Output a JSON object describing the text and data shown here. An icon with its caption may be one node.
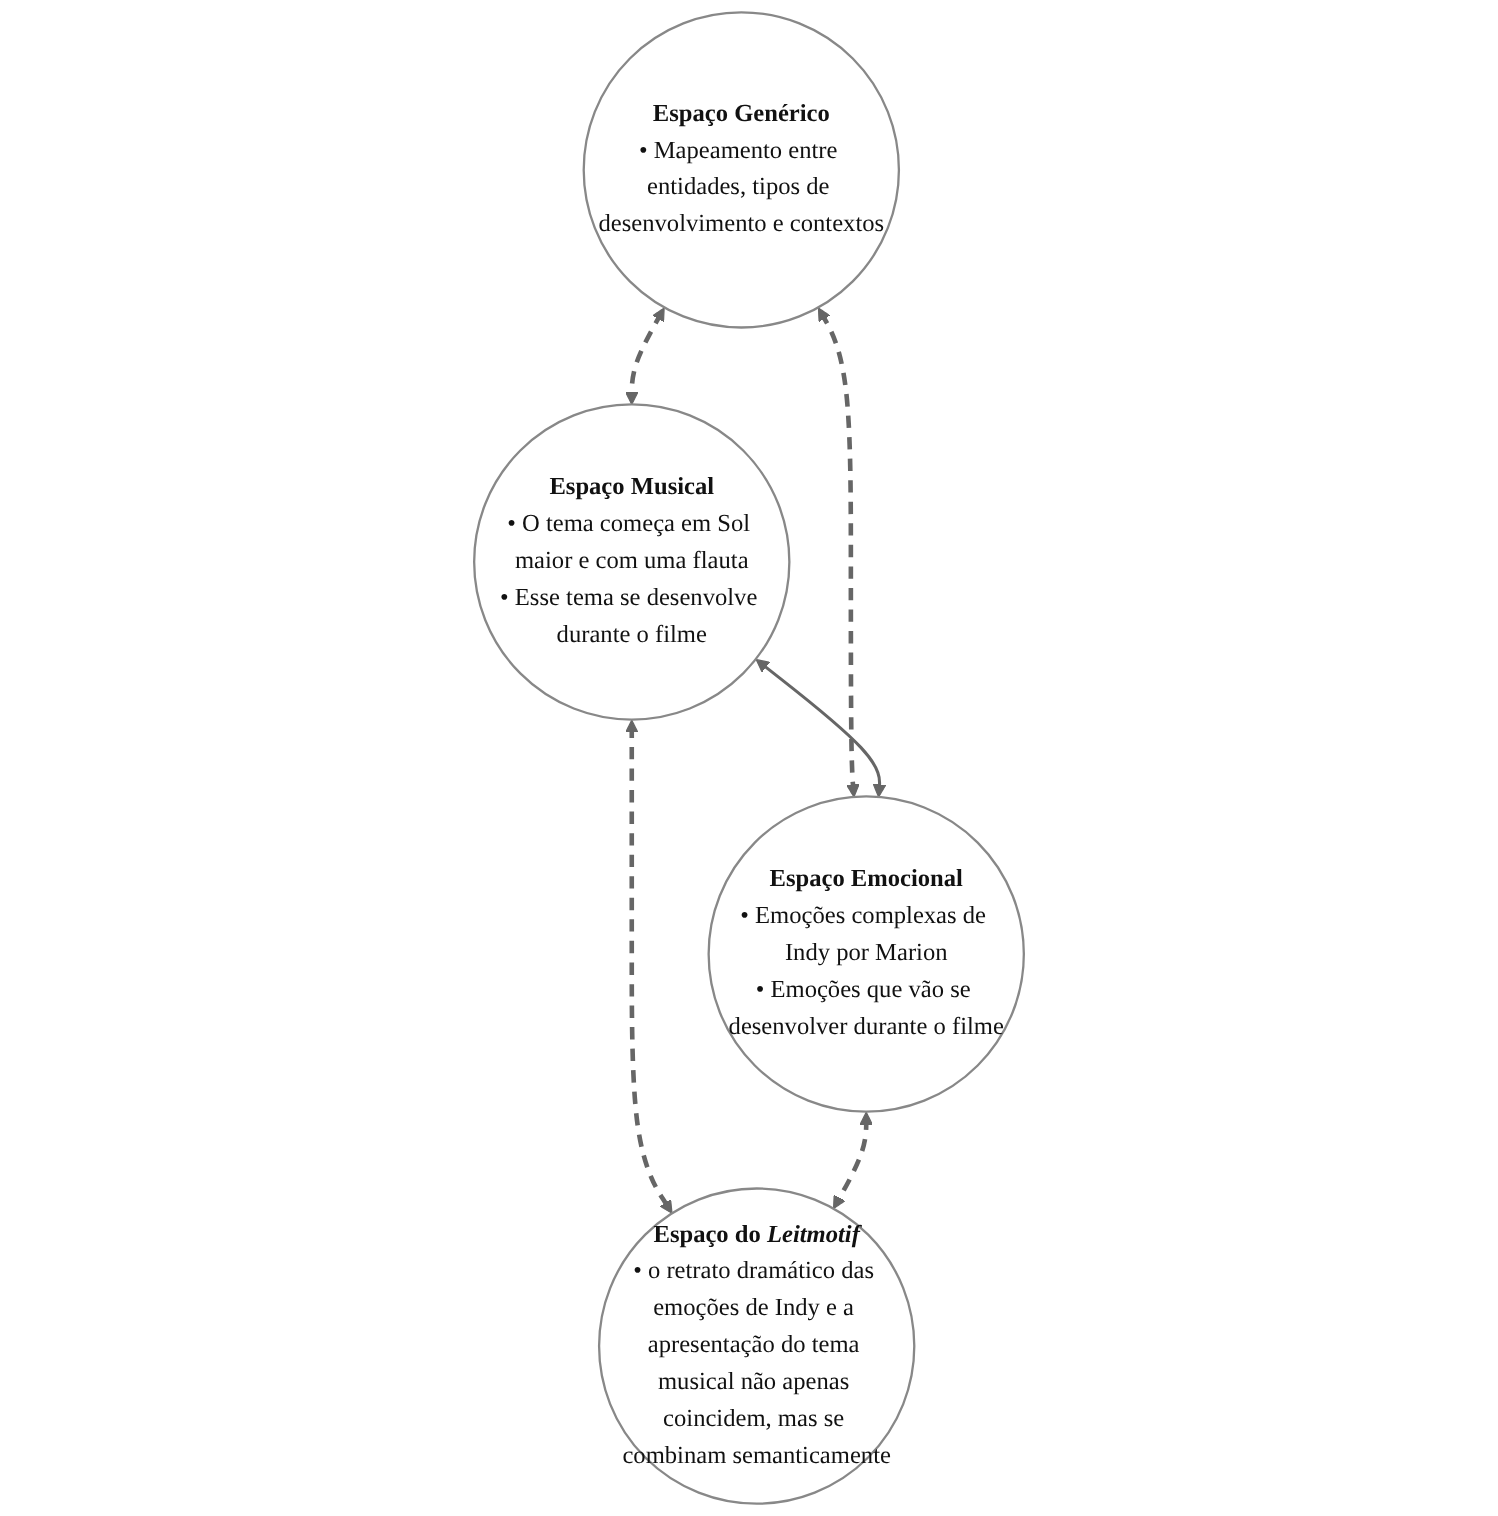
{
  "diagram": {
    "nodes": [
      {
        "text": [
          "Espaço Genérico",
          "• Mapeamento entre entidades, tipos de desenvolvimento e contextos"
        ]
      },
      {
        "text": [
          "Espaço Musical",
          "• O tema começa em Sol maior e com uma flauta",
          "• Esse tema se desenvolve durante o filme"
        ]
      },
      {
        "text": [
          "Espaço Emocional",
          "• Emoções complexas de Indy por Marion",
          "• Emoções que vão se desenvolver durante o filme"
        ]
      },
      {
        "text": [
          "Espaço do *Leitmotif*",
          "• o retrato dramático das emoções de Indy e a apresentação do tema musical não apenas coincidem, mas se combinam semanticamente"
        ]
      }
    ],
    "edges": [
      {
        "from": 0,
        "to": 1,
        "arrow": "both",
        "style": "dashed"
      },
      {
        "from": 0,
        "to": 2,
        "arrow": "both",
        "style": "dashed"
      },
      {
        "from": 1,
        "to": 2,
        "arrow": "both"
      },
      {
        "from": 1,
        "to": 3,
        "arrow": "both",
        "style": "dashed"
      },
      {
        "from": 2,
        "to": 3,
        "arrow": "both",
        "style": "dashed"
      }
    ]
  }
}
